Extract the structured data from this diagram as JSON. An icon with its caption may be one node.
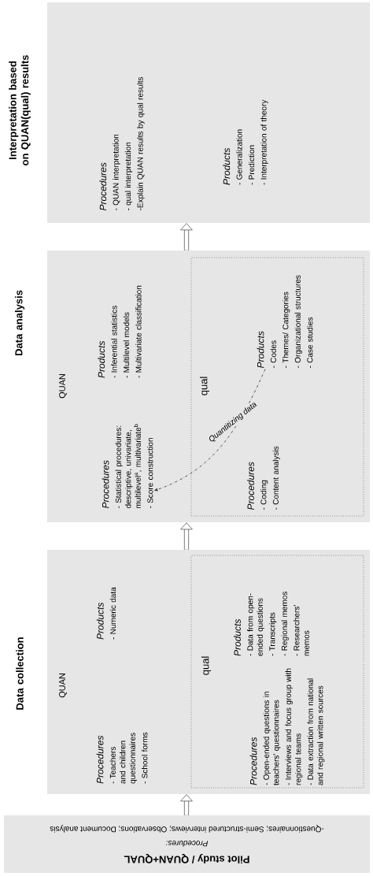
{
  "diagram": {
    "nodes": [
      {
        "text": [
          "Pilot study / QUAN+QUAL",
          "Procedures:",
          "-Questionnaires; Semi-structured interviews; Observations; Document analysis"
        ]
      },
      {
        "text": [
          "Data collection",
          "QUAN"
        ]
      },
      {
        "text": [
          "Procedures",
          "- Teachers and children questionnaires",
          "- School forms"
        ],
        "in": 1
      },
      {
        "text": [
          "Products",
          "- Numeric data"
        ],
        "in": 1
      },
      {
        "text": [
          "qual"
        ],
        "in": 1
      },
      {
        "text": [
          "Procedures",
          "- Open-ended questions in teachers' questionnaires",
          "- Interviews and focus group with regional teams",
          "- Data extraction from national and regional written sources"
        ],
        "in": 4
      },
      {
        "text": [
          "Products",
          "- Data from open-ended questions",
          "- Transcripts",
          "- Regional memos",
          "- Researchers' memos"
        ],
        "in": 4
      },
      {
        "text": [
          "Data analysis",
          "QUAN"
        ]
      },
      {
        "text": [
          "Procedures",
          "- Statistical procedures: descriptive, univariate, multilevel$^{a}$, multivariate$^{b}$",
          "- Score construction"
        ],
        "in": 7
      },
      {
        "text": [
          "Products",
          "- Inferential statistics",
          "- Multilevel models",
          "- Multivariate classification"
        ],
        "in": 7
      },
      {
        "text": [
          "qual"
        ],
        "in": 7
      },
      {
        "text": [
          "Procedures",
          "- Coding",
          "- Content analysis"
        ],
        "in": 10
      },
      {
        "text": [
          "Products",
          "- Codes",
          "- Themes/ Categories",
          "- Organizational structures",
          "- Case studies"
        ],
        "in": 10
      },
      {
        "text": [
          "Interpretation based on QUAN(qual) results"
        ]
      },
      {
        "text": [
          "Procedures",
          "- QUAN interpretation",
          "- qual interpretation",
          "-Explain QUAN results by qual results"
        ],
        "in": 13
      },
      {
        "text": [
          "Products",
          "- Generalization",
          "- Prediction",
          "- Interpretation of theory"
        ],
        "in": 13
      }
    ],
    "edges": [
      {
        "from": 0,
        "to": 1,
        "arrow": "to"
      },
      {
        "from": 1,
        "to": 7,
        "arrow": "to"
      },
      {
        "from": 7,
        "to": 13,
        "arrow": "to"
      },
      {
        "from": 12,
        "to": 8,
        "arrow": "to",
        "label": "Quantitizing data",
        "style": "dashed"
      }
    ]
  }
}
